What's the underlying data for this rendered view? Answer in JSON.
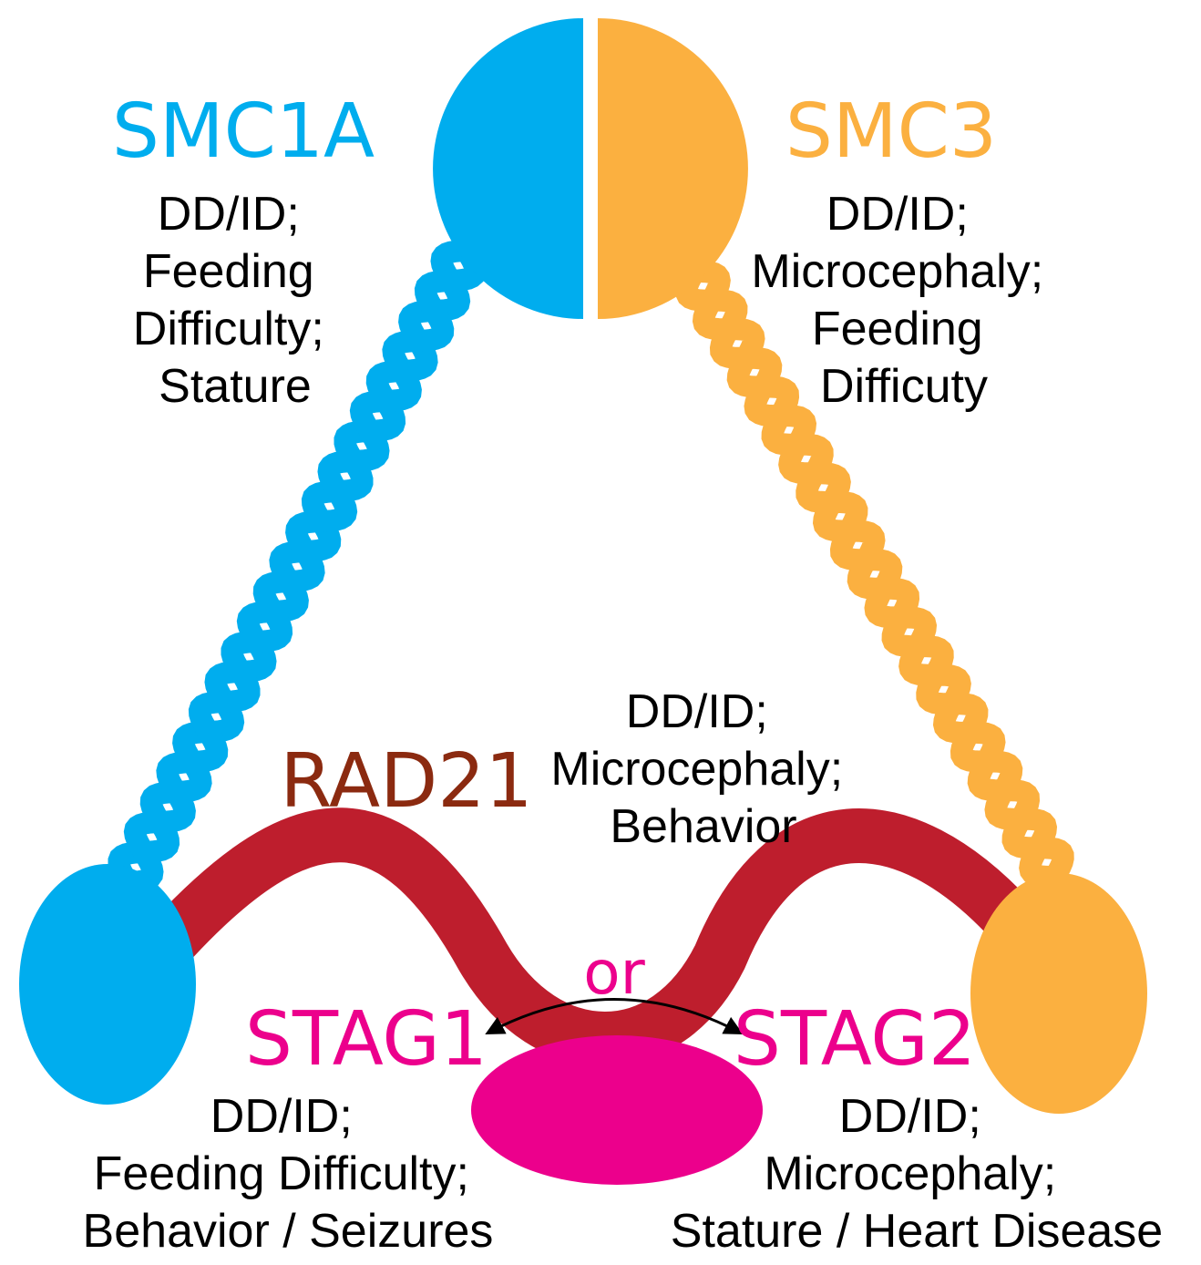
{
  "colors": {
    "smc1a": "#00ADEE",
    "smc3": "#FBB040",
    "rad21_label": "#8B2A10",
    "rad21_band": "#BE1E2D",
    "stag": "#EC008C",
    "text": "#000000"
  },
  "smc1a": {
    "name": "SMC1A",
    "phenotypes": [
      "DD/ID;",
      "Feeding",
      "Difficulty;",
      "Stature"
    ]
  },
  "smc3": {
    "name": "SMC3",
    "phenotypes": [
      "DD/ID;",
      "Microcephaly;",
      "Feeding",
      "Difficuty"
    ]
  },
  "rad21": {
    "name": "RAD21",
    "phenotypes": [
      "DD/ID;",
      "Microcephaly;",
      "Behavior"
    ]
  },
  "stag_connector": "or",
  "stag1": {
    "name": "STAG1",
    "phenotypes": [
      "DD/ID;",
      "Feeding Difficulty;",
      "Behavior / Seizures"
    ]
  },
  "stag2": {
    "name": "STAG2",
    "phenotypes": [
      "DD/ID;",
      "Microcephaly;",
      "Stature / Heart Disease"
    ]
  }
}
